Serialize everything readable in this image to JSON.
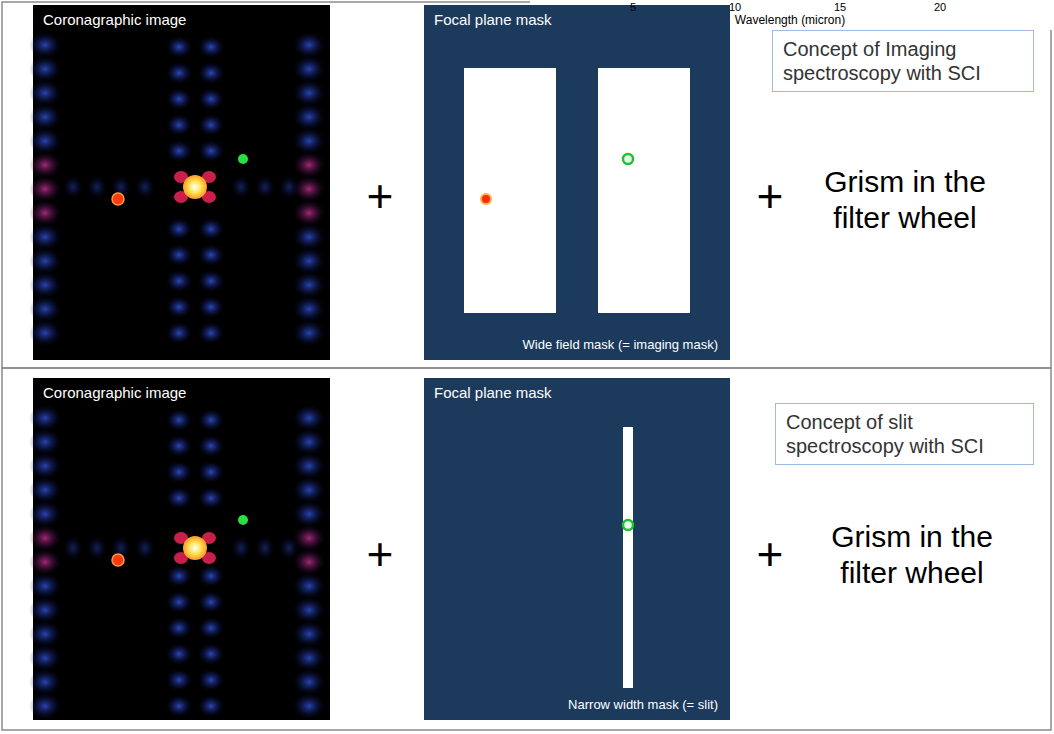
{
  "diagram": {
    "nodes": [
      {
        "text": [
          "Coronagraphic image"
        ]
      },
      {
        "text": [
          "Focal plane mask",
          "Wide field mask (= imaging mask)"
        ]
      },
      {
        "text": [
          "Concept of Imaging spectroscopy with SCI"
        ]
      },
      {
        "text": [
          "Coronagraphic image"
        ]
      },
      {
        "text": [
          "Focal plane mask",
          "Narrow width mask (= slit)"
        ]
      },
      {
        "text": [
          "Concept of slit spectroscopy with SCI"
        ]
      }
    ],
    "labels": [
      "Wavelength (micron)",
      "5",
      "10",
      "15",
      "20",
      "+",
      "+",
      "Grism in the filter wheel",
      "+",
      "+",
      "Grism in the filter wheel"
    ]
  }
}
